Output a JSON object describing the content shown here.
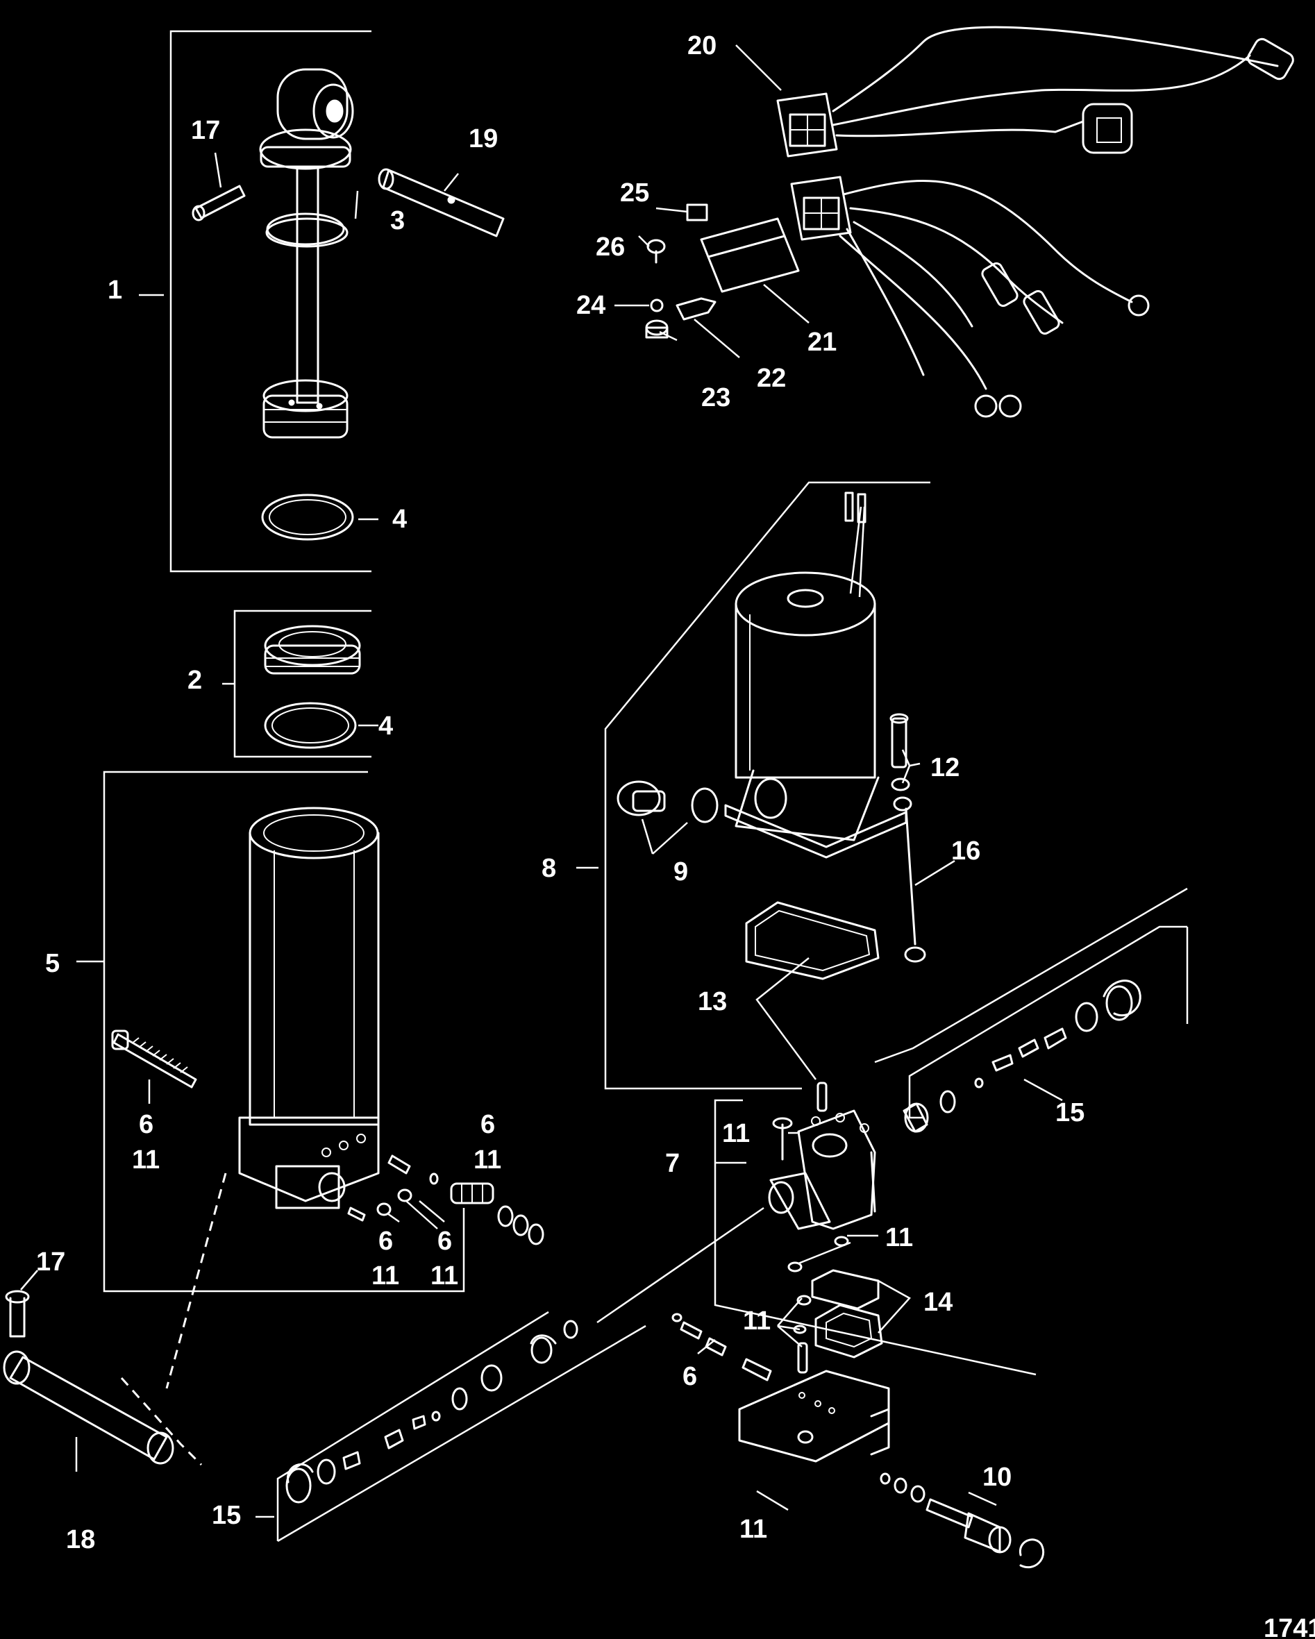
{
  "figure_number": "1741",
  "callouts": [
    {
      "id": "c1",
      "text": "1"
    },
    {
      "id": "c2",
      "text": "2"
    },
    {
      "id": "c3",
      "text": "3"
    },
    {
      "id": "c4a",
      "text": "4"
    },
    {
      "id": "c4b",
      "text": "4"
    },
    {
      "id": "c5",
      "text": "5"
    },
    {
      "id": "c6a",
      "text": "6"
    },
    {
      "id": "c11a",
      "text": "11"
    },
    {
      "id": "c6b",
      "text": "6"
    },
    {
      "id": "c11b",
      "text": "11"
    },
    {
      "id": "c6c",
      "text": "6"
    },
    {
      "id": "c11c",
      "text": "11"
    },
    {
      "id": "c6d",
      "text": "6"
    },
    {
      "id": "c11d",
      "text": "11"
    },
    {
      "id": "c6e",
      "text": "6"
    },
    {
      "id": "c7",
      "text": "7"
    },
    {
      "id": "c8",
      "text": "8"
    },
    {
      "id": "c9",
      "text": "9"
    },
    {
      "id": "c10",
      "text": "10"
    },
    {
      "id": "c11e",
      "text": "11"
    },
    {
      "id": "c11f",
      "text": "11"
    },
    {
      "id": "c11g",
      "text": "11"
    },
    {
      "id": "c11h",
      "text": "11"
    },
    {
      "id": "c12",
      "text": "12"
    },
    {
      "id": "c13",
      "text": "13"
    },
    {
      "id": "c14",
      "text": "14"
    },
    {
      "id": "c15a",
      "text": "15"
    },
    {
      "id": "c15b",
      "text": "15"
    },
    {
      "id": "c16",
      "text": "16"
    },
    {
      "id": "c17a",
      "text": "17"
    },
    {
      "id": "c17b",
      "text": "17"
    },
    {
      "id": "c18",
      "text": "18"
    },
    {
      "id": "c19",
      "text": "19"
    },
    {
      "id": "c20",
      "text": "20"
    },
    {
      "id": "c21",
      "text": "21"
    },
    {
      "id": "c22",
      "text": "22"
    },
    {
      "id": "c23",
      "text": "23"
    },
    {
      "id": "c24",
      "text": "24"
    },
    {
      "id": "c25",
      "text": "25"
    },
    {
      "id": "c26",
      "text": "26"
    }
  ]
}
